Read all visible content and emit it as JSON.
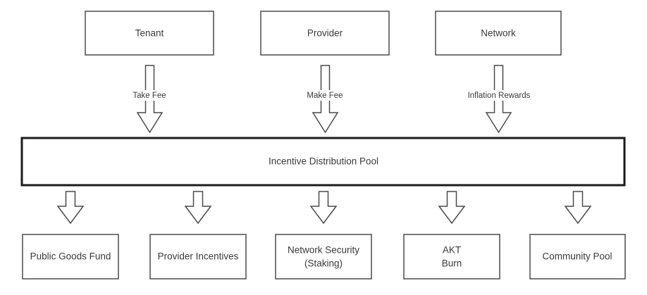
{
  "diagram": {
    "title": "Incentive Distribution Pool flow diagram",
    "background_color": "#ffffff",
    "box_stroke_color": "#565656",
    "pool_stroke_color": "#1b1b1b",
    "arrow_stroke_color": "#4a4a4a",
    "text_color": "#3a3a3a",
    "sources": [
      {
        "label": "Tenant"
      },
      {
        "label": "Provider"
      },
      {
        "label": "Network"
      }
    ],
    "flow_labels": [
      {
        "label": "Take Fee"
      },
      {
        "label": "Make Fee"
      },
      {
        "label": "Inflation Rewards"
      }
    ],
    "pool": {
      "label": "Incentive Distribution Pool"
    },
    "destinations": [
      {
        "label": "Public Goods Fund",
        "line1": "Public Goods Fund",
        "line2": ""
      },
      {
        "label": "Provider Incentives",
        "line1": "Provider Incentives",
        "line2": ""
      },
      {
        "label": "Network Security (Staking)",
        "line1": "Network Security",
        "line2": "(Staking)"
      },
      {
        "label": "AKT Burn",
        "line1": "AKT",
        "line2": "Burn"
      },
      {
        "label": "Community Pool",
        "line1": "Community Pool",
        "line2": ""
      }
    ]
  }
}
